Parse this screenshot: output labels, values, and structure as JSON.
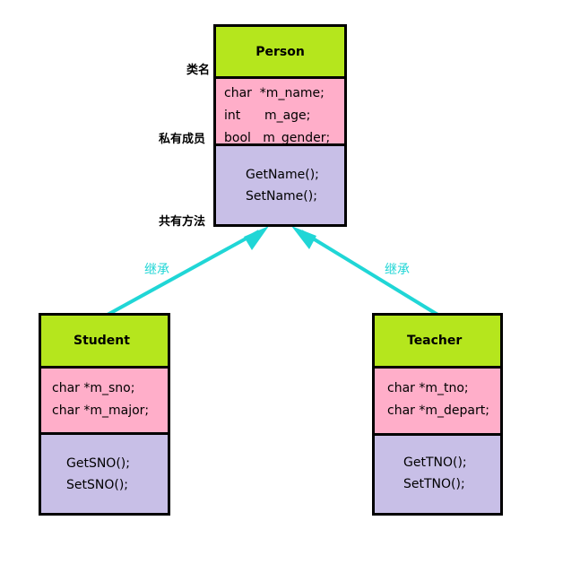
{
  "colors": {
    "name_fill": "#b5e61d",
    "attrs_fill": "#ffaec9",
    "methods_fill": "#c8bfe7",
    "border": "#000000",
    "edge": "#20d6d6"
  },
  "classes": {
    "person": {
      "name": "Person",
      "attributes": [
        "char  *m_name;",
        "int      m_age;",
        "bool   m_gender;"
      ],
      "methods": [
        "GetName();",
        "SetName();"
      ]
    },
    "student": {
      "name": "Student",
      "attributes": [
        "char *m_sno;",
        "char *m_major;"
      ],
      "methods": [
        "GetSNO();",
        "SetSNO();"
      ]
    },
    "teacher": {
      "name": "Teacher",
      "attributes": [
        "char *m_tno;",
        "char *m_depart;"
      ],
      "methods": [
        "GetTNO();",
        "SetTNO();"
      ]
    }
  },
  "annotations": {
    "class_name": "类名",
    "private_members": "私有成员",
    "public_methods": "共有方法"
  },
  "edges": [
    {
      "from": "student",
      "to": "person",
      "label": "继承"
    },
    {
      "from": "teacher",
      "to": "person",
      "label": "继承"
    }
  ]
}
